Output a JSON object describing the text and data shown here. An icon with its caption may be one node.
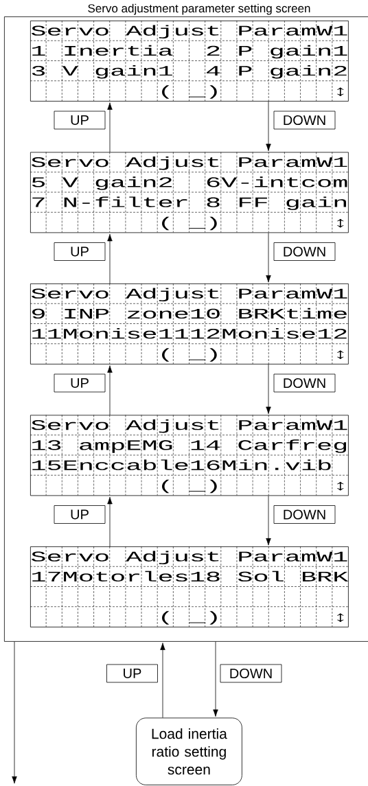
{
  "diagram": {
    "nodes": [
      {
        "text": [
          "Servo adjustment parameter setting screen"
        ]
      },
      {
        "text": [
          "Servo Adjust ParamW1",
          "1 Inertia  2 P gain1",
          "3 V gain1  4 P gain2",
          "        ( _)       ↕"
        ],
        "in": 0
      },
      {
        "text": [
          "Servo Adjust ParamW1",
          "5 V gain2  6V-intcom",
          "7 N-filter 8 FF gain",
          "        ( _)       ↕"
        ],
        "in": 0
      },
      {
        "text": [
          "Servo Adjust ParamW1",
          "9 INP zone10 BRKtime",
          "11Monise1112Monise12",
          "        ( _)       ↕"
        ],
        "in": 0
      },
      {
        "text": [
          "Servo Adjust ParamW1",
          "13 ampEMG 14 Carfreg",
          "15Enccable16Min.vib",
          "        ( _)       ↕"
        ],
        "in": 0
      },
      {
        "text": [
          "Servo Adjust ParamW1",
          "17Motorles18 Sol BRK",
          "        ( _)       ↕"
        ],
        "in": 0
      },
      {
        "text": [
          "Load inertia ratio setting screen"
        ]
      }
    ],
    "edges": [
      {
        "from": 2,
        "to": 1,
        "arrow": "to",
        "label": "UP"
      },
      {
        "from": 1,
        "to": 2,
        "arrow": "to",
        "label": "DOWN"
      },
      {
        "from": 3,
        "to": 2,
        "arrow": "to",
        "label": "UP"
      },
      {
        "from": 2,
        "to": 3,
        "arrow": "to",
        "label": "DOWN"
      },
      {
        "from": 4,
        "to": 3,
        "arrow": "to",
        "label": "UP"
      },
      {
        "from": 3,
        "to": 4,
        "arrow": "to",
        "label": "DOWN"
      },
      {
        "from": 5,
        "to": 4,
        "arrow": "to",
        "label": "UP"
      },
      {
        "from": 4,
        "to": 5,
        "arrow": "to",
        "label": "DOWN"
      },
      {
        "from": 6,
        "to": 0,
        "arrow": "to",
        "label": "UP"
      },
      {
        "from": 0,
        "to": 6,
        "arrow": "to",
        "label": "DOWN"
      },
      {
        "from": 0,
        "to": null,
        "arrow": "to"
      }
    ]
  }
}
